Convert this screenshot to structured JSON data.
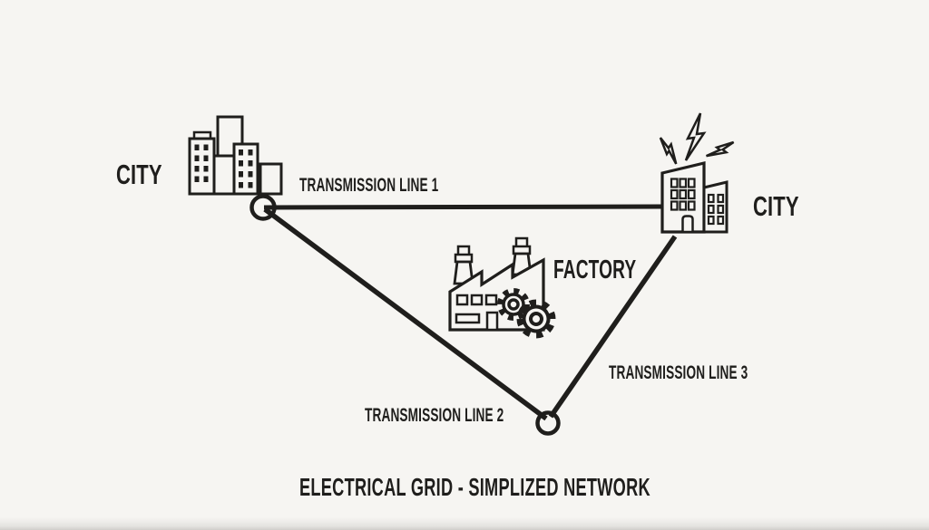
{
  "colors": {
    "background": "#f6f5f2",
    "ink": "#1f1e1c"
  },
  "caption": "ELECTRICAL GRID - SIMPLIZED NETWORK",
  "nodes": {
    "city_left": {
      "label": "CITY",
      "icon": "city-skyline-icon"
    },
    "city_right": {
      "label": "CITY",
      "icon": "city-buildings-lightning-icon"
    },
    "factory": {
      "label": "FACTORY",
      "icon": "factory-gears-icon"
    },
    "junction_left": {
      "icon": "junction-node-circle"
    },
    "junction_bottom": {
      "icon": "junction-node-circle"
    }
  },
  "edges": {
    "line1": {
      "label": "TRANSMISSION LINE 1",
      "from": "city_left",
      "to": "city_right"
    },
    "line2": {
      "label": "TRANSMISSION LINE 2",
      "from": "city_left",
      "to": "junction_bottom"
    },
    "line3": {
      "label": "TRANSMISSION LINE 3",
      "from": "junction_bottom",
      "to": "city_right"
    }
  }
}
